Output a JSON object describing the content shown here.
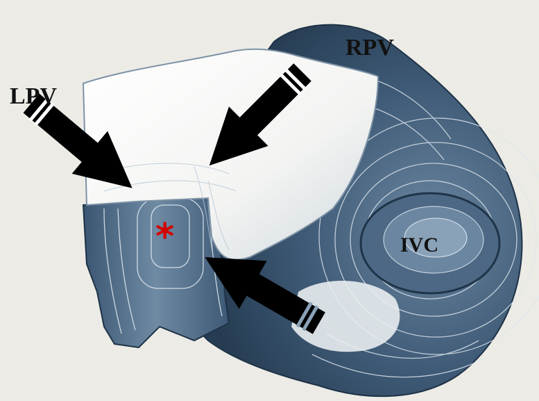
{
  "figure": {
    "labels": {
      "lpv": "LPV",
      "rpv": "RPV",
      "ivc": "IVC",
      "marker": "*"
    }
  },
  "colors": {
    "background": "#ecebe6",
    "tissue_dark": "#2f4a64",
    "tissue_mid": "#5f7b96",
    "tissue_light": "#f7f7f4",
    "contour": "#dfe7ee",
    "arrow": "#000000",
    "marker": "#d40000"
  }
}
